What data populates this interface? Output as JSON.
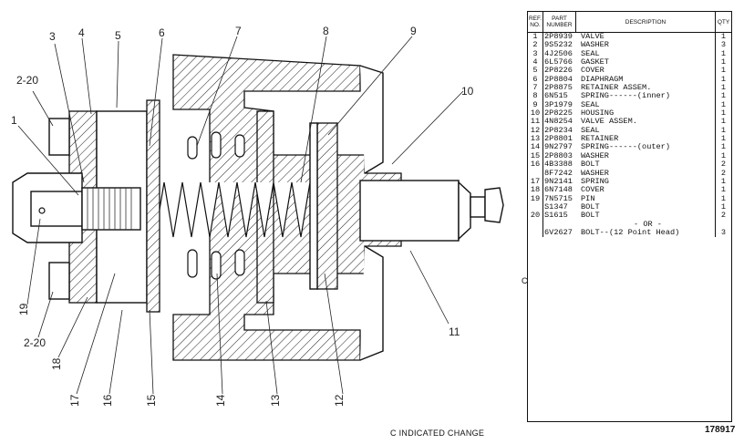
{
  "table": {
    "headers": {
      "ref": "REF. NO.",
      "part": "PART NUMBER",
      "desc": "DESCRIPTION",
      "qty": "QTY"
    },
    "rows": [
      {
        "ref": "1",
        "part": "2P8939",
        "desc": "VALVE",
        "qty": "1"
      },
      {
        "ref": "2",
        "part": "9S5232",
        "desc": "WASHER",
        "qty": "3"
      },
      {
        "ref": "3",
        "part": "4J2506",
        "desc": "SEAL",
        "qty": "1"
      },
      {
        "ref": "4",
        "part": "6L5766",
        "desc": "GASKET",
        "qty": "1"
      },
      {
        "ref": "5",
        "part": "2P8226",
        "desc": "COVER",
        "qty": "1"
      },
      {
        "ref": "6",
        "part": "2P8804",
        "desc": "DIAPHRAGM",
        "qty": "1"
      },
      {
        "ref": "7",
        "part": "2P8875",
        "desc": "RETAINER ASSEM.",
        "qty": "1"
      },
      {
        "ref": "8",
        "part": "6N515",
        "desc": "SPRING------(inner)",
        "qty": "1"
      },
      {
        "ref": "9",
        "part": "3P1979",
        "desc": "SEAL",
        "qty": "1"
      },
      {
        "ref": "10",
        "part": "2P8225",
        "desc": "HOUSING",
        "qty": "1"
      },
      {
        "ref": "11",
        "part": "4N8254",
        "desc": "VALVE ASSEM.",
        "qty": "1"
      },
      {
        "ref": "12",
        "part": "2P8234",
        "desc": "SEAL",
        "qty": "1"
      },
      {
        "ref": "13",
        "part": "2P8801",
        "desc": "RETAINER",
        "qty": "1"
      },
      {
        "ref": "14",
        "part": "9N2797",
        "desc": "SPRING------(outer)",
        "qty": "1"
      },
      {
        "ref": "15",
        "part": "2P8803",
        "desc": "WASHER",
        "qty": "1"
      },
      {
        "ref": "16",
        "part": "4B3388",
        "desc": "BOLT",
        "qty": "2"
      },
      {
        "ref": "",
        "part": "8F7242",
        "desc": "WASHER",
        "qty": "2"
      },
      {
        "ref": "17",
        "part": "9N2141",
        "desc": "SPRING",
        "qty": "1"
      },
      {
        "ref": "18",
        "part": "6N7148",
        "desc": "COVER",
        "qty": "1"
      },
      {
        "ref": "19",
        "part": "7N5715",
        "desc": "PIN",
        "qty": "1"
      },
      {
        "ref": "",
        "part": "S1347",
        "desc": "BOLT",
        "qty": "1"
      },
      {
        "ref": "20",
        "part": "S1615",
        "desc": "BOLT",
        "qty": "2"
      },
      {
        "ref": "",
        "part": "",
        "desc": "- OR -",
        "qty": ""
      },
      {
        "ref": "",
        "part": "6V2627",
        "desc": "BOLT--(12 Point Head)",
        "qty": "3"
      }
    ]
  },
  "margin_mark": "C",
  "change_note": "C INDICATED CHANGE",
  "drawing_number": "178917",
  "callouts": {
    "c1": "1",
    "c2_20a": "2-20",
    "c2_20b": "2-20",
    "c3": "3",
    "c4": "4",
    "c5": "5",
    "c6": "6",
    "c7": "7",
    "c8": "8",
    "c9": "9",
    "c10": "10",
    "c11": "11",
    "c12": "12",
    "c13": "13",
    "c14": "14",
    "c15": "15",
    "c16": "16",
    "c17": "17",
    "c18": "18",
    "c19": "19"
  }
}
